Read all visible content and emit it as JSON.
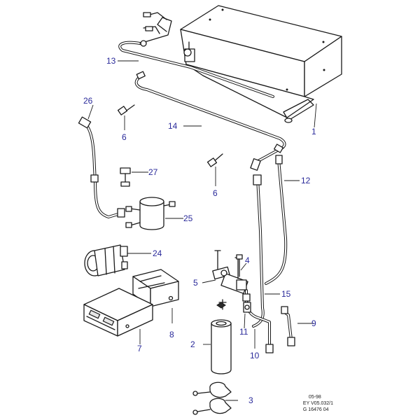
{
  "callouts": {
    "c1": "1",
    "c2": "2",
    "c3": "3",
    "c4": "4",
    "c5": "5",
    "c6a": "6",
    "c6b": "6",
    "c7": "7",
    "c8": "8",
    "c9": "9",
    "c10": "10",
    "c11": "11",
    "c12": "12",
    "c13": "13",
    "c14": "14",
    "c15": "15",
    "c24": "24",
    "c25": "25",
    "c26": "26",
    "c27": "27"
  },
  "stamp": {
    "date": "05-98",
    "ref": "EY V05.032/1",
    "code": "G 16476 04"
  },
  "colors": {
    "callout_text": "#2a2a9a",
    "line": "#1a1a1a"
  }
}
